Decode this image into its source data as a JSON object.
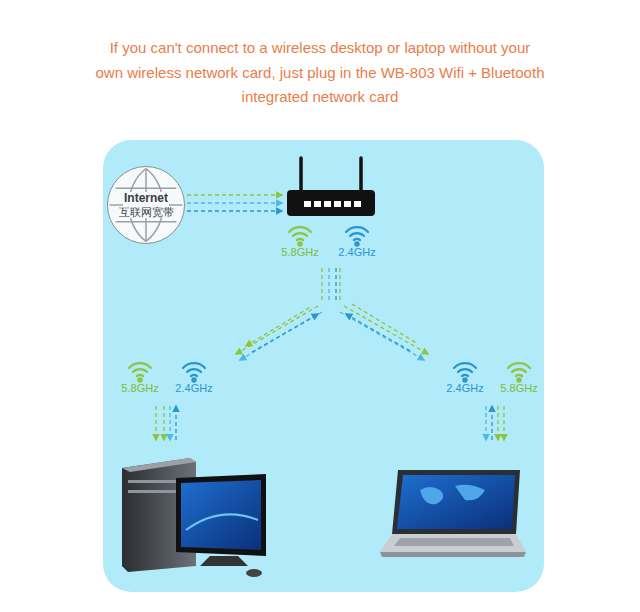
{
  "diagram": {
    "title": "If you can't connect to a wireless desktop or laptop without your own wireless network card, just plug in the WB-803 Wifi + Bluetooth integrated network card",
    "nodes": [
      {
        "text": [
          "Internet",
          "互联网宽带"
        ]
      }
    ],
    "labels": [
      "5.8GHz",
      "2.4GHz",
      "5.8GHz",
      "2.4GHz",
      "2.4GHz",
      "5.8GHz"
    ]
  }
}
